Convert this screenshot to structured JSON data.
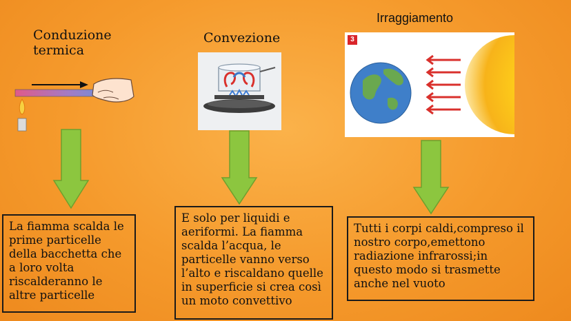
{
  "titles": {
    "conduction": "Conduzione termica",
    "convection": "Convezione",
    "radiation": "Irraggiamento"
  },
  "descriptions": {
    "conduction": "La fiamma scalda le prime particelle della bacchetta che a loro volta riscalderanno le altre particelle",
    "convection": "E solo per liquidi e aeriformi. La fiamma scalda l’acqua, le particelle vanno verso l’alto e riscaldano quelle in superficie si crea così un moto convettivo",
    "radiation": "Tutti i corpi caldi,compreso il nostro corpo,emettono radiazione infrarossi;in questo modo si trasmette anche nel vuoto"
  },
  "radiation_figure_badge": "3",
  "colors": {
    "arrow_green": "#8cc63f",
    "box_border": "#1a1a1a",
    "background": "#f59a2c"
  }
}
